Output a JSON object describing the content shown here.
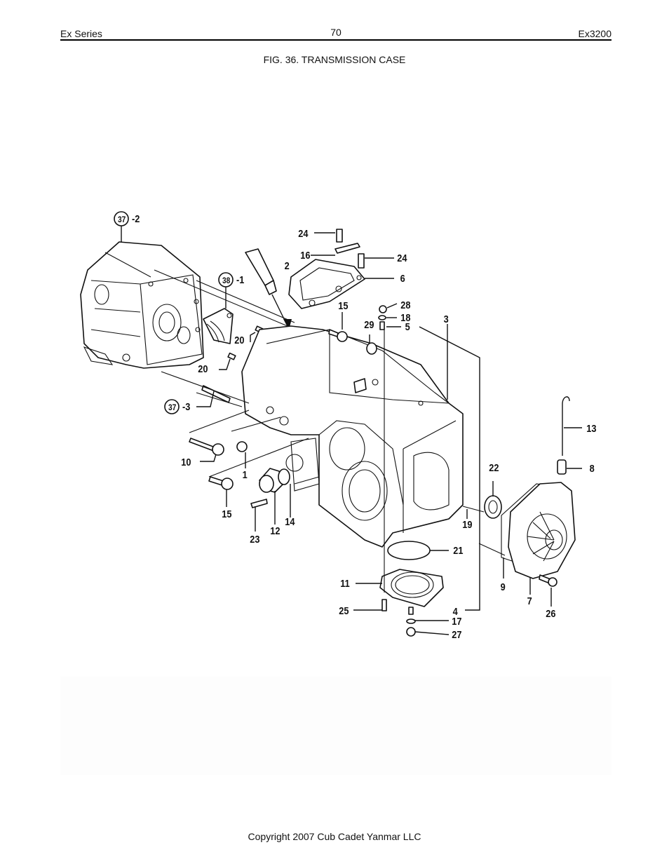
{
  "header": {
    "left": "Ex Series",
    "page_number": "70",
    "right": "Ex3200"
  },
  "figure": {
    "title": "FIG. 36. TRANSMISSION CASE",
    "parts": [
      {
        "label": "37",
        "suffix": "-2",
        "circled": true
      },
      {
        "label": "38",
        "suffix": "-1",
        "circled": true
      },
      {
        "label": "37",
        "suffix": "-3",
        "circled": true
      },
      {
        "label": "1"
      },
      {
        "label": "2"
      },
      {
        "label": "3"
      },
      {
        "label": "4"
      },
      {
        "label": "5"
      },
      {
        "label": "6"
      },
      {
        "label": "7"
      },
      {
        "label": "8"
      },
      {
        "label": "9"
      },
      {
        "label": "10"
      },
      {
        "label": "11"
      },
      {
        "label": "12"
      },
      {
        "label": "13"
      },
      {
        "label": "14"
      },
      {
        "label": "15"
      },
      {
        "label": "16"
      },
      {
        "label": "17"
      },
      {
        "label": "18"
      },
      {
        "label": "19"
      },
      {
        "label": "20"
      },
      {
        "label": "21"
      },
      {
        "label": "22"
      },
      {
        "label": "23"
      },
      {
        "label": "24"
      },
      {
        "label": "25"
      },
      {
        "label": "26"
      },
      {
        "label": "27"
      },
      {
        "label": "28"
      },
      {
        "label": "29"
      }
    ],
    "callouts": {
      "c37_2": "37",
      "c37_2s": "-2",
      "c38_1": "38",
      "c38_1s": "-1",
      "c37_3": "37",
      "c37_3s": "-3",
      "p24a": "24",
      "p16": "16",
      "p24b": "24",
      "p2": "2",
      "p6": "6",
      "p15a": "15",
      "p28": "28",
      "p18": "18",
      "p29": "29",
      "p5": "5",
      "p3": "3",
      "p20a": "20",
      "p20b": "20",
      "p10": "10",
      "p1": "1",
      "p15b": "15",
      "p23": "23",
      "p12": "12",
      "p14": "14",
      "p19": "19",
      "p22": "22",
      "p13": "13",
      "p8": "8",
      "p21": "21",
      "p11": "11",
      "p25": "25",
      "p4": "4",
      "p17": "17",
      "p27": "27",
      "p9": "9",
      "p7": "7",
      "p26": "26"
    }
  },
  "footer": {
    "copyright": "Copyright 2007 Cub Cadet Yanmar LLC"
  }
}
